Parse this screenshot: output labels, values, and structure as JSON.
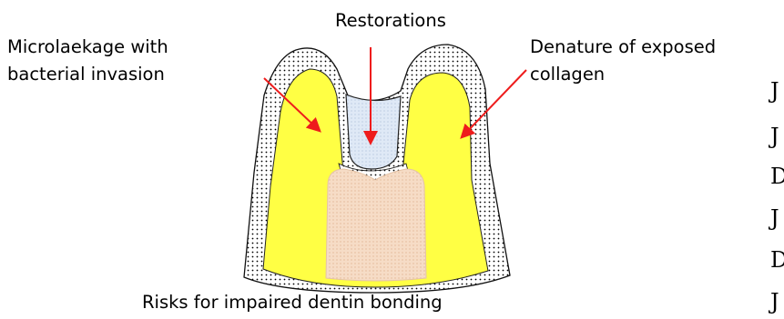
{
  "labels": {
    "restorations": "Restorations",
    "microleakage_line1": "Microlaekage with",
    "microleakage_line2": "bacterial invasion",
    "denature_line1": "Denature of exposed",
    "denature_line2": "collagen",
    "risks": "Risks for impaired dentin bonding"
  },
  "side_letters": [
    "J",
    "J",
    "D",
    "J",
    "D",
    "J"
  ],
  "colors": {
    "dentin": "#ffff44",
    "enamel_dots": "#000000",
    "pulp": "#f6dcc6",
    "restoration": "#dfe9f6",
    "arrow": "#ee1c1c"
  },
  "icons": {
    "arrows": "red-arrow"
  }
}
